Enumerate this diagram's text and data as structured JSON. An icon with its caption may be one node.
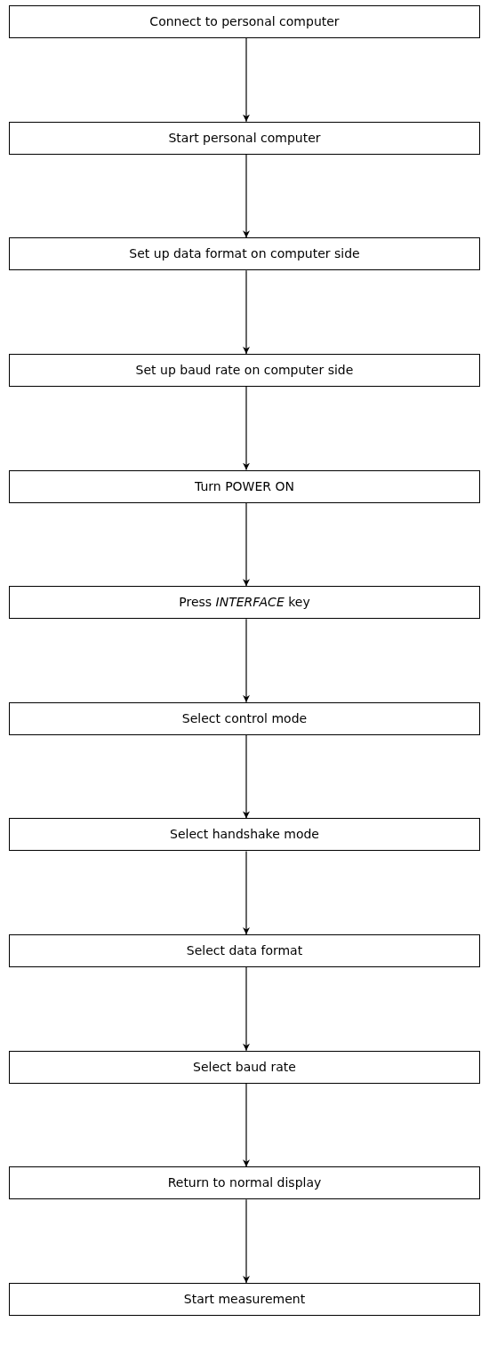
{
  "diagram": {
    "nodes": [
      {
        "text": [
          "Connect to personal computer"
        ]
      },
      {
        "text": [
          "Start personal computer"
        ]
      },
      {
        "text": [
          "Set up data format on computer side"
        ]
      },
      {
        "text": [
          "Set up baud rate on computer side"
        ]
      },
      {
        "text": [
          "Turn POWER ON"
        ]
      },
      {
        "text": [
          "Press *INTERFACE* key"
        ]
      },
      {
        "text": [
          "Select control mode"
        ]
      },
      {
        "text": [
          "Select handshake mode"
        ]
      },
      {
        "text": [
          "Select data format"
        ]
      },
      {
        "text": [
          "Select baud rate"
        ]
      },
      {
        "text": [
          "Return to normal display"
        ]
      },
      {
        "text": [
          "Start measurement"
        ]
      }
    ],
    "edges": [
      {
        "from": 0,
        "to": 1,
        "arrow": "to"
      },
      {
        "from": 1,
        "to": 2,
        "arrow": "to"
      },
      {
        "from": 2,
        "to": 3,
        "arrow": "to"
      },
      {
        "from": 3,
        "to": 4,
        "arrow": "to"
      },
      {
        "from": 4,
        "to": 5,
        "arrow": "to"
      },
      {
        "from": 5,
        "to": 6,
        "arrow": "to"
      },
      {
        "from": 6,
        "to": 7,
        "arrow": "to"
      },
      {
        "from": 7,
        "to": 8,
        "arrow": "to"
      },
      {
        "from": 8,
        "to": 9,
        "arrow": "to"
      },
      {
        "from": 9,
        "to": 10,
        "arrow": "to"
      },
      {
        "from": 10,
        "to": 11,
        "arrow": "to"
      }
    ]
  }
}
